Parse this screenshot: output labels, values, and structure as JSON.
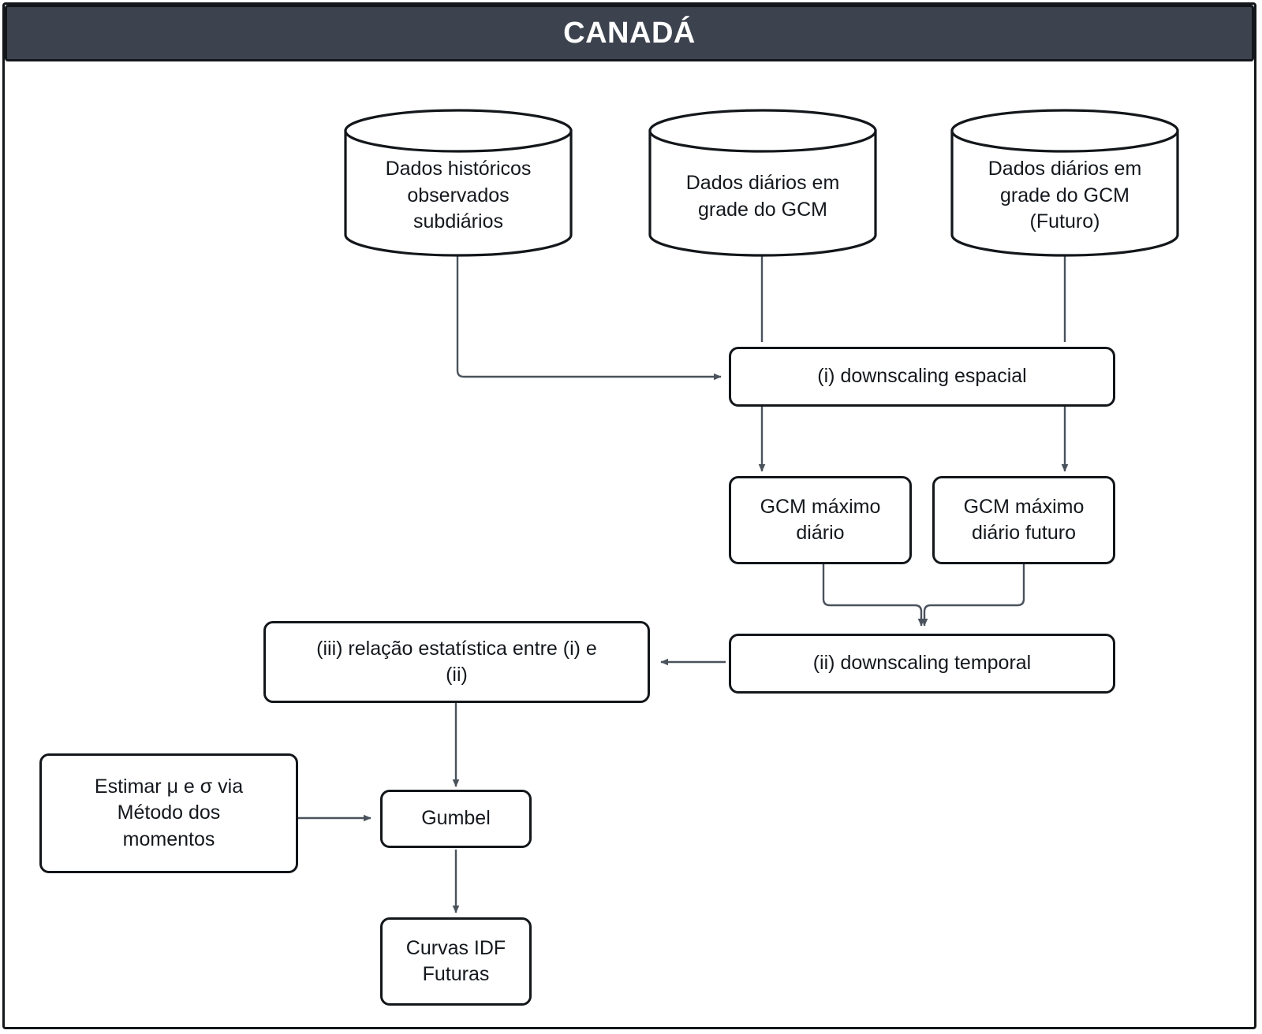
{
  "header": {
    "title": "CANADÁ",
    "bg_color": "#3c434e",
    "text_color": "#ffffff"
  },
  "diagram": {
    "type": "flowchart",
    "orientation": "top-to-bottom",
    "stroke_color": "#13161a",
    "edge_color": "#4a525c",
    "node_fill": "#ffffff",
    "nodes": [
      {
        "id": "obs",
        "shape": "cylinder",
        "label": "Dados históricos\nobservados\nsubdiários"
      },
      {
        "id": "gcm",
        "shape": "cylinder",
        "label": "Dados diários em\ngrade do GCM"
      },
      {
        "id": "gcm_fut",
        "shape": "cylinder",
        "label": "Dados diários em\ngrade do GCM\n(Futuro)"
      },
      {
        "id": "ds_esp",
        "shape": "process",
        "label": "(i) downscaling espacial"
      },
      {
        "id": "max_diario",
        "shape": "process",
        "label": "GCM máximo\ndiário"
      },
      {
        "id": "max_fut",
        "shape": "process",
        "label": "GCM máximo\ndiário futuro"
      },
      {
        "id": "ds_temp",
        "shape": "process",
        "label": "(ii) downscaling temporal"
      },
      {
        "id": "rel_est",
        "shape": "process",
        "label": "(iii) relação estatística entre (i) e\n(ii)"
      },
      {
        "id": "momentos",
        "shape": "process",
        "label": "Estimar μ e σ via\nMétodo dos\nmomentos"
      },
      {
        "id": "gumbel",
        "shape": "process",
        "label": "Gumbel"
      },
      {
        "id": "idf",
        "shape": "process",
        "label": "Curvas IDF\nFuturas"
      }
    ],
    "edges": [
      {
        "from": "obs",
        "to": "ds_esp",
        "style": "elbow"
      },
      {
        "from": "gcm",
        "to": "ds_esp",
        "style": "straight"
      },
      {
        "from": "gcm_fut",
        "to": "ds_esp",
        "style": "straight"
      },
      {
        "from": "ds_esp",
        "to": "max_diario",
        "style": "straight"
      },
      {
        "from": "ds_esp",
        "to": "max_fut",
        "style": "straight"
      },
      {
        "from": "max_diario",
        "to": "ds_temp",
        "style": "elbow"
      },
      {
        "from": "max_fut",
        "to": "ds_temp",
        "style": "elbow"
      },
      {
        "from": "ds_temp",
        "to": "rel_est",
        "style": "straight"
      },
      {
        "from": "rel_est",
        "to": "gumbel",
        "style": "straight"
      },
      {
        "from": "momentos",
        "to": "gumbel",
        "style": "straight"
      },
      {
        "from": "gumbel",
        "to": "idf",
        "style": "straight"
      }
    ]
  }
}
